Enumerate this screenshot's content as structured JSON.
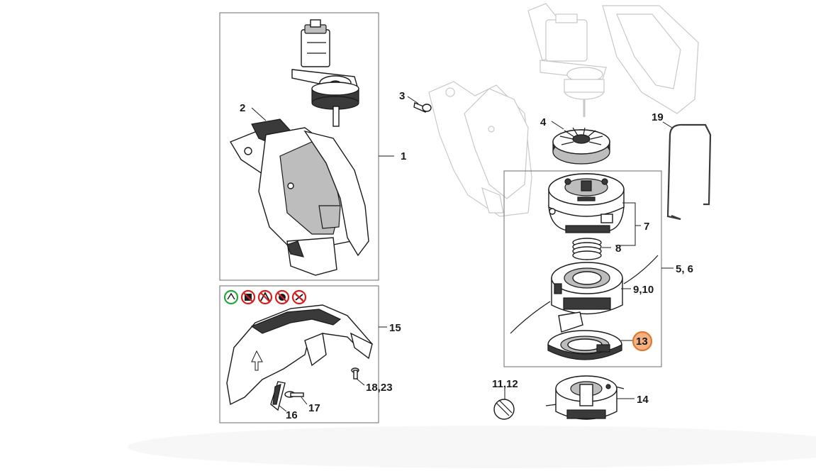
{
  "labels": {
    "p1": "1",
    "p2": "2",
    "p3": "3",
    "p4": "4",
    "p7": "7",
    "p8": "8",
    "p5_6": "5, 6",
    "p9_10": "9,10",
    "p11_12": "11,12",
    "p13": "13",
    "p14": "14",
    "p15": "15",
    "p16": "16",
    "p17": "17",
    "p18_23": "18,23",
    "p19": "19"
  },
  "colors": {
    "highlight_fill": "#f4b183",
    "highlight_stroke": "#e07b2d",
    "safety_ok": "#22a83a",
    "safety_no": "#d62020"
  },
  "safety_icons": [
    {
      "name": "allowed-safety-icon",
      "status": "ok"
    },
    {
      "name": "prohibited-safety-icon-1",
      "status": "no"
    },
    {
      "name": "prohibited-safety-icon-2",
      "status": "no"
    },
    {
      "name": "prohibited-safety-icon-3",
      "status": "no"
    },
    {
      "name": "prohibited-safety-icon-4",
      "status": "no"
    }
  ]
}
